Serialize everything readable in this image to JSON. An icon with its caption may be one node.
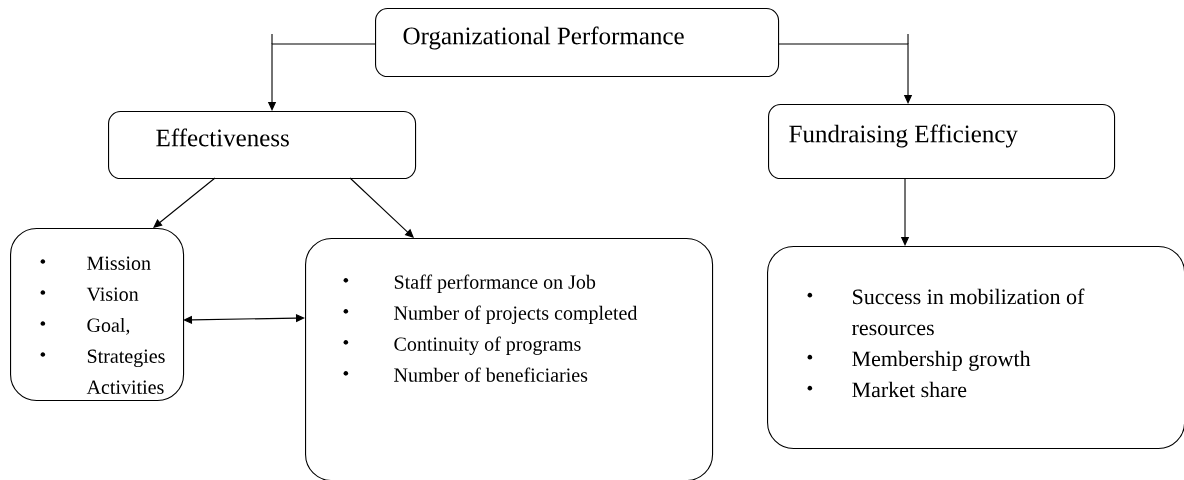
{
  "diagram": {
    "nodes": [
      {
        "text": [
          "Organizational Performance"
        ]
      },
      {
        "text": [
          "Effectiveness"
        ]
      },
      {
        "text": [
          "Fundraising Efficiency"
        ]
      },
      {
        "text": [
          "Mission",
          "Vision",
          "Goal,",
          "Strategies Activities"
        ]
      },
      {
        "text": [
          "Staff performance on Job",
          "Number of projects completed",
          "Continuity of programs",
          "Number of beneficiaries"
        ]
      },
      {
        "text": [
          "Success in mobilization of resources",
          "Membership growth",
          "Market share"
        ]
      }
    ],
    "edges": [
      {
        "from": 0,
        "to": 1,
        "arrow": "to"
      },
      {
        "from": 0,
        "to": 2,
        "arrow": "to"
      },
      {
        "from": 1,
        "to": 3,
        "arrow": "to"
      },
      {
        "from": 1,
        "to": 4,
        "arrow": "to"
      },
      {
        "from": 2,
        "to": 5,
        "arrow": "to"
      },
      {
        "from": 3,
        "to": 4,
        "arrow": "both"
      }
    ]
  }
}
